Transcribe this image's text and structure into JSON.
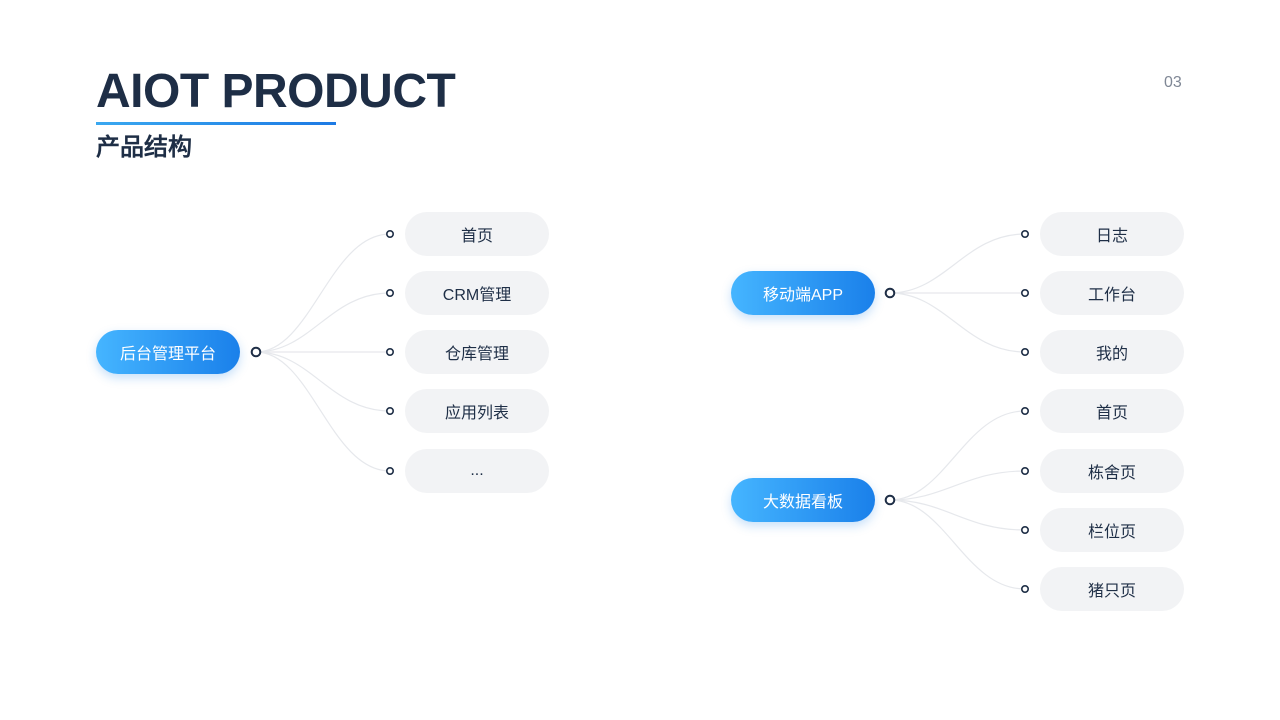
{
  "header": {
    "title": "AIOT PRODUCT",
    "subtitle": "产品结构",
    "page_number": "03"
  },
  "colors": {
    "title_text": "#1e2e46",
    "accent_gradient_start": "#45b5ff",
    "accent_gradient_end": "#1a80ea",
    "leaf_background": "#f2f3f5",
    "connector_line": "#e6e8ec"
  },
  "trees": [
    {
      "root": "后台管理平台",
      "children": [
        "首页",
        "CRM管理",
        "仓库管理",
        "应用列表",
        "..."
      ]
    },
    {
      "root": "移动端APP",
      "children": [
        "日志",
        "工作台",
        "我的"
      ]
    },
    {
      "root": "大数据看板",
      "children": [
        "首页",
        "栋舍页",
        "栏位页",
        "猪只页"
      ]
    }
  ]
}
